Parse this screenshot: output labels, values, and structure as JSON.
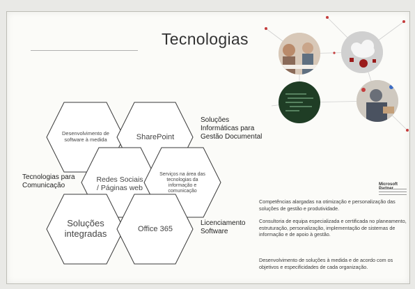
{
  "slide": {
    "title": "Tecnologias",
    "hexagons": [
      {
        "id": "hex-desenvolvimento",
        "text": "Desenvolvimento de software à medida",
        "size": "small"
      },
      {
        "id": "hex-sharepoint",
        "text": "SharePoint",
        "size": "normal"
      },
      {
        "id": "hex-redes",
        "text": "Redes Sociais / Páginas web",
        "size": "normal"
      },
      {
        "id": "hex-servicos",
        "text": "Serviços na área das tecnologias da informação e comunicação",
        "size": "small"
      },
      {
        "id": "hex-solucoes",
        "text": "Soluções integradas",
        "size": "large"
      },
      {
        "id": "hex-office",
        "text": "Office 365",
        "size": "normal"
      }
    ],
    "side_labels": {
      "gestao": "Soluções Informáticas para Gestão Documental",
      "comunicacao": "Tecnologias para Comunicação",
      "licenciamento": "Licenciamento Software"
    },
    "partner": {
      "name": "Microsoft Partner"
    },
    "paragraphs": [
      "Competências alargadas na otimização e personalização das soluções de gestão e produtividade.",
      "Consultoria de equipa especializada e certificada no planeamento, estruturação, personalização, implementação de sistemas de informação e de apoio à gestão.",
      "Desenvolvimento de soluções à medida e de acordo com os objetivos e especificidades de cada organização."
    ],
    "icons": [
      {
        "name": "team-meeting-photo-icon",
        "color": "#c9a58a"
      },
      {
        "name": "cloud-sharepoint-icon",
        "color": "#9a1b1b"
      },
      {
        "name": "code-screen-photo-icon",
        "color": "#1f3d25"
      },
      {
        "name": "social-network-photo-icon",
        "color": "#6a6f78"
      }
    ]
  }
}
